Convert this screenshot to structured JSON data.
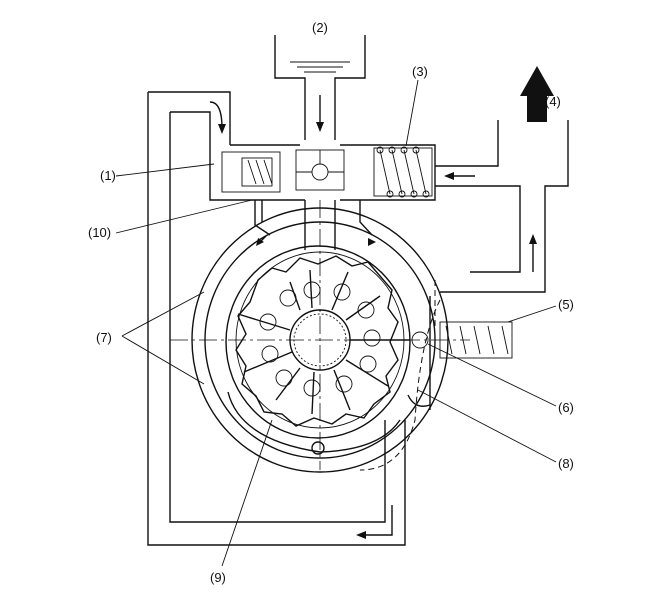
{
  "labels": {
    "l1": "(1)",
    "l2": "(2)",
    "l3": "(3)",
    "l4": "(4)",
    "l5": "(5)",
    "l6": "(6)",
    "l7": "(7)",
    "l8": "(8)",
    "l9": "(9)",
    "l10": "(10)"
  },
  "colors": {
    "ink": "#111111",
    "background": "#ffffff"
  }
}
